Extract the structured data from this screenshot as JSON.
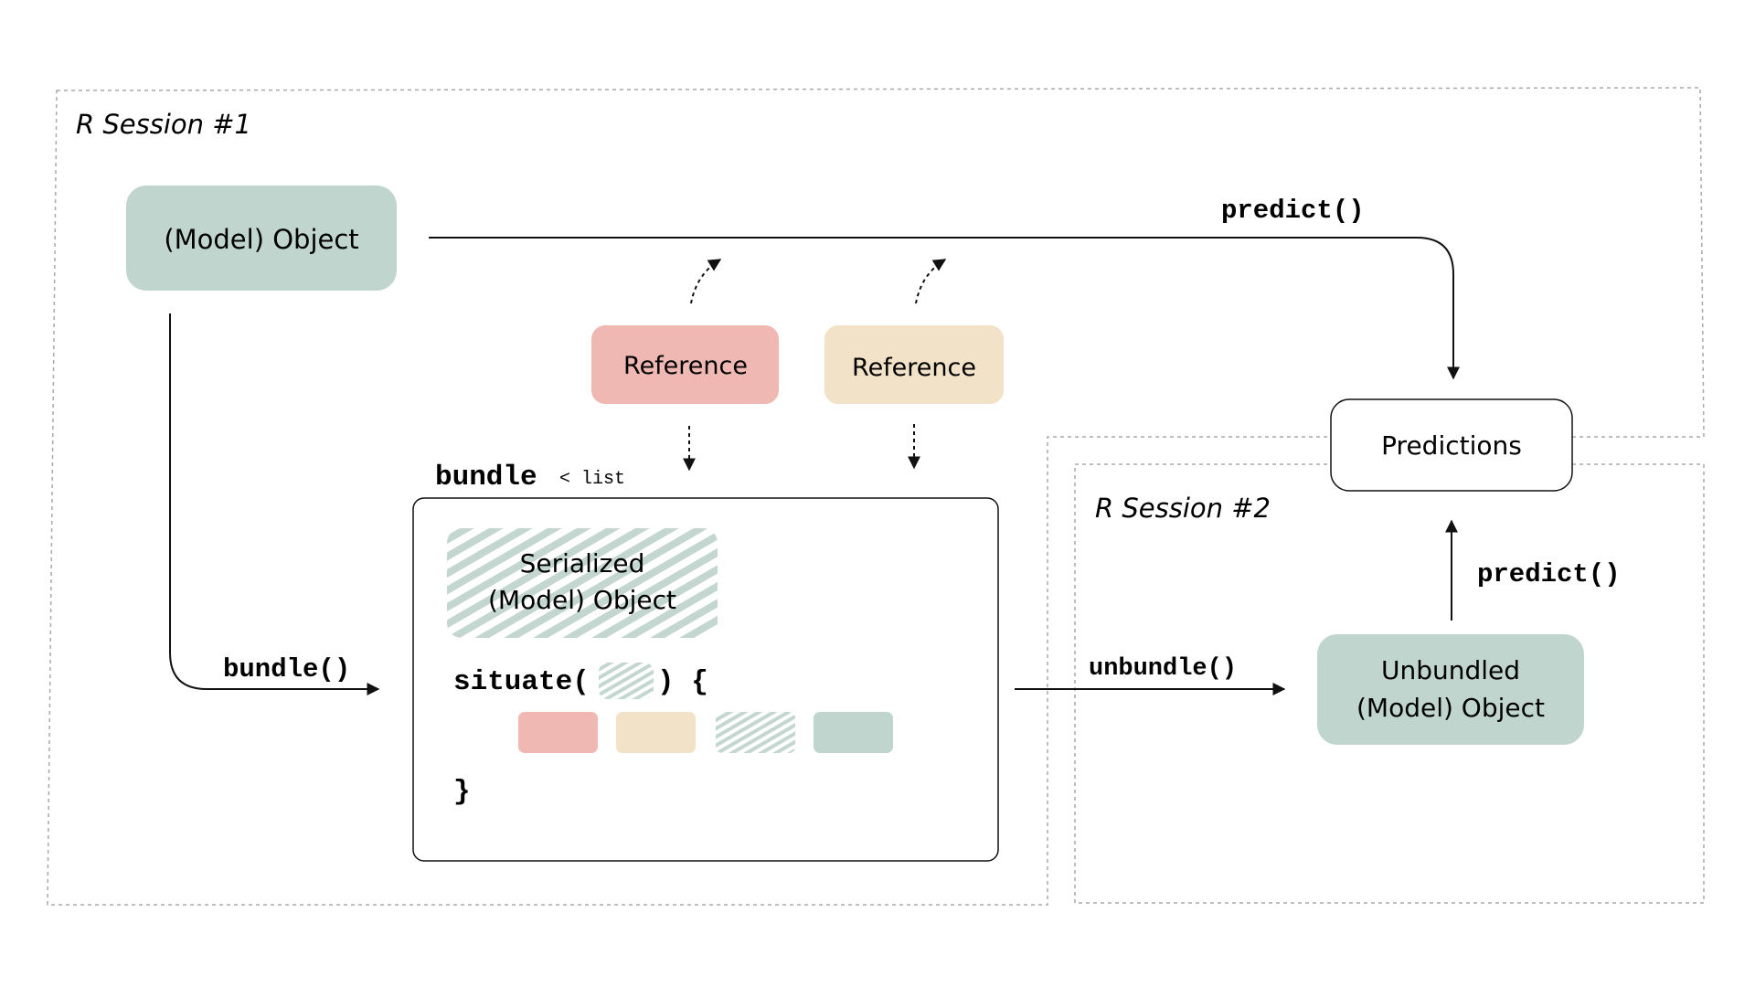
{
  "sessions": {
    "session1_label": "R Session #1",
    "session2_label": "R Session #2"
  },
  "nodes": {
    "model_object": "(Model) Object",
    "reference_1": "Reference",
    "reference_2": "Reference",
    "predictions": "Predictions",
    "unbundled_line1": "Unbundled",
    "unbundled_line2": "(Model) Object"
  },
  "bundle": {
    "title": "bundle",
    "type_hint": "< list",
    "serialized_line1": "Serialized",
    "serialized_line2": "(Model) Object",
    "situate_open": "situate(",
    "situate_close": ") {",
    "closing_brace": "}"
  },
  "edges": {
    "predict_top": "predict()",
    "predict_right": "predict()",
    "bundle_call": "bundle()",
    "unbundle_call": "unbundle()"
  },
  "colors": {
    "sage": "#c1d5cf",
    "pink": "#f0b8b2",
    "cream": "#f2e2c7",
    "stripe": "#b9d0c8",
    "line": "#111111",
    "dashed": "#a8a8a8"
  }
}
